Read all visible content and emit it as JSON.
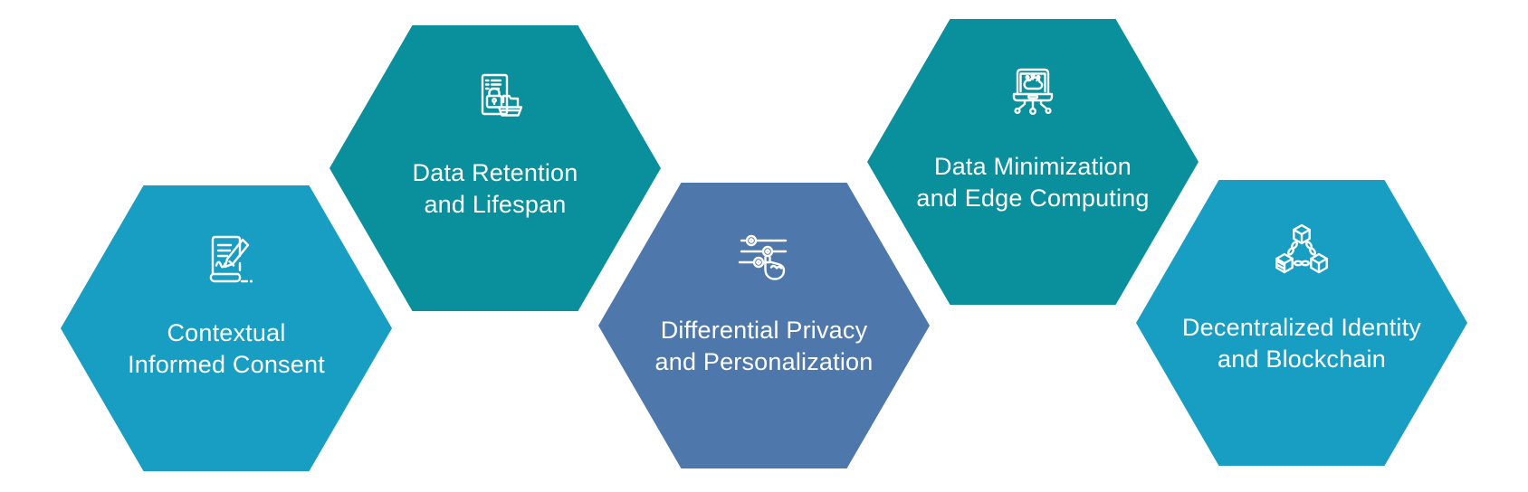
{
  "canvas": {
    "background": "#FFFFFF",
    "text_color": "#FFFFFF"
  },
  "colors": {
    "cyan": "#189EC3",
    "teal": "#0A8F9C",
    "slate_blue": "#4E78AB"
  },
  "hexagons": [
    {
      "id": "contextual-informed-consent",
      "label_line1": "Contextual",
      "label_line2": "Informed Consent",
      "icon": "contract-signing-icon",
      "color": "#189EC3",
      "row": "lower"
    },
    {
      "id": "data-retention-and-lifespan",
      "label_line1": "Data Retention",
      "label_line2": "and Lifespan",
      "icon": "document-lock-archive-icon",
      "color": "#0A8F9C",
      "row": "upper"
    },
    {
      "id": "differential-privacy-and-personalization",
      "label_line1": "Differential Privacy",
      "label_line2": "and Personalization",
      "icon": "sliders-hand-icon",
      "color": "#4E78AB",
      "row": "lower"
    },
    {
      "id": "data-minimization-and-edge-computing",
      "label_line1": "Data Minimization",
      "label_line2": "and Edge Computing",
      "icon": "laptop-cloud-edge-icon",
      "color": "#0A8F9C",
      "row": "upper"
    },
    {
      "id": "decentralized-identity-and-blockchain",
      "label_line1": "Decentralized Identity",
      "label_line2": "and Blockchain",
      "icon": "blockchain-cubes-icon",
      "color": "#189EC3",
      "row": "lower"
    }
  ]
}
